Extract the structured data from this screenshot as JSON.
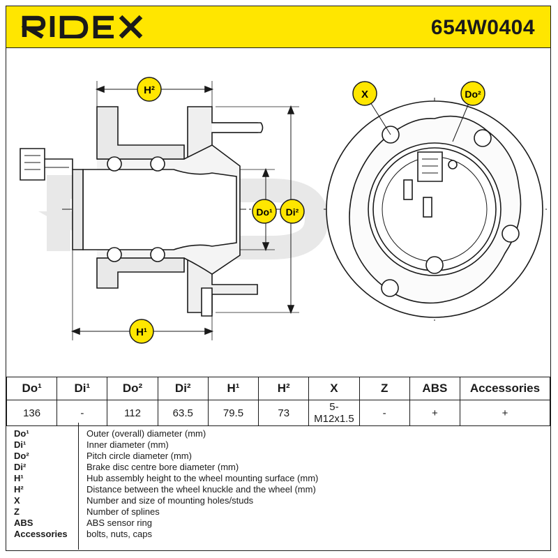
{
  "header": {
    "brand": "RIDEX",
    "part_number": "654W0404",
    "accent_color": "#ffe600"
  },
  "diagram": {
    "labels": {
      "h2": "H²",
      "h1": "H¹",
      "do1": "Do¹",
      "di2": "Di²",
      "x": "X",
      "do2": "Do²"
    },
    "watermark": "RIDEX"
  },
  "spec_table": {
    "headers": [
      "Do¹",
      "Di¹",
      "Do²",
      "Di²",
      "H¹",
      "H²",
      "X",
      "Z",
      "ABS",
      "Accessories"
    ],
    "values": [
      "136",
      "-",
      "112",
      "63.5",
      "79.5",
      "73",
      "5-M12x1.5",
      "-",
      "+",
      "+"
    ]
  },
  "legend": [
    {
      "abbr": "Do¹",
      "desc": "Outer (overall) diameter (mm)"
    },
    {
      "abbr": "Di¹",
      "desc": "Inner diameter (mm)"
    },
    {
      "abbr": "Do²",
      "desc": "Pitch circle diameter (mm)"
    },
    {
      "abbr": "Di²",
      "desc": "Brake disc centre bore diameter (mm)"
    },
    {
      "abbr": "H¹",
      "desc": "Hub assembly height to the wheel mounting surface (mm)"
    },
    {
      "abbr": "H²",
      "desc": "Distance between the wheel knuckle and the wheel (mm)"
    },
    {
      "abbr": "X",
      "desc": "Number and size of mounting holes/studs"
    },
    {
      "abbr": "Z",
      "desc": "Number of splines"
    },
    {
      "abbr": "ABS",
      "desc": "ABS sensor ring"
    },
    {
      "abbr": "Accessories",
      "desc": "bolts, nuts, caps"
    }
  ]
}
